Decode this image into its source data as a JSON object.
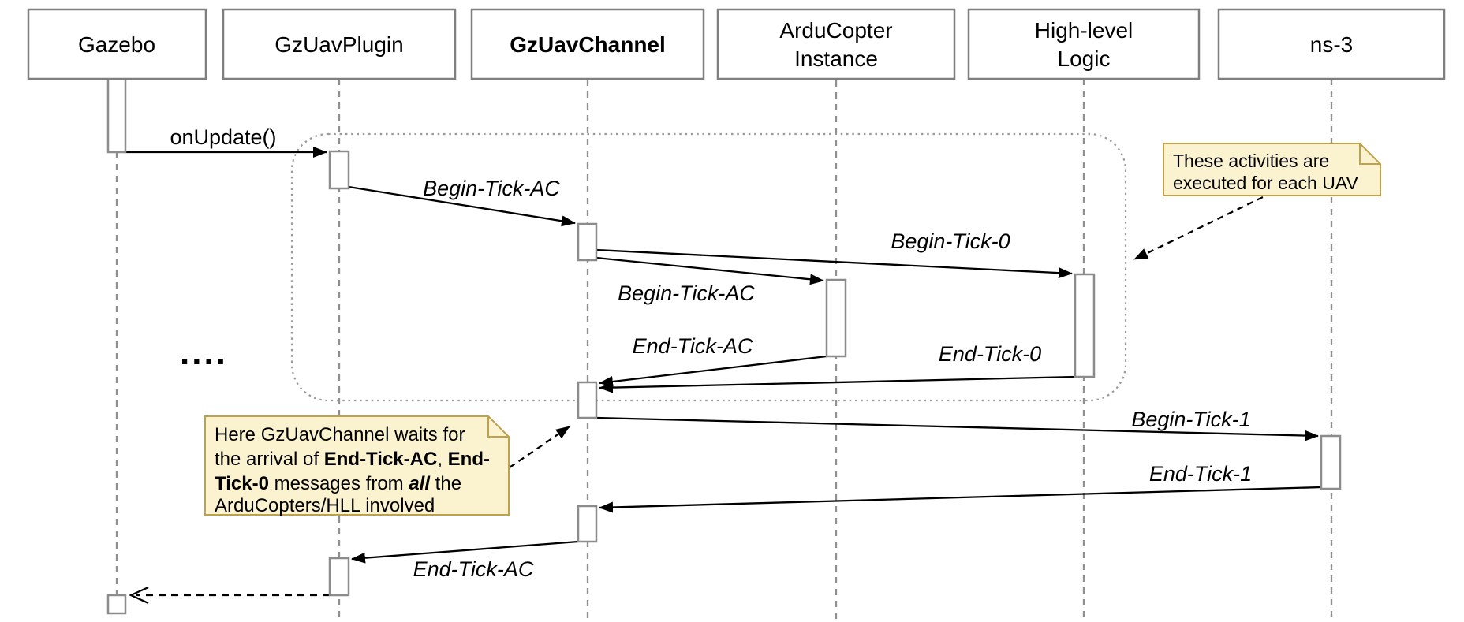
{
  "diagram_type": "uml-sequence-diagram",
  "participants": {
    "gazebo": "Gazebo",
    "gzuavplugin": "GzUavPlugin",
    "gzuavchannel": "GzUavChannel",
    "arducopter_line1": "ArduCopter",
    "arducopter_line2": "Instance",
    "highlevel_line1": "High-level",
    "highlevel_line2": "Logic",
    "ns3": "ns-3"
  },
  "messages": {
    "on_update": "onUpdate()",
    "begin_tick_ac_1": "Begin-Tick-AC",
    "begin_tick_0": "Begin-Tick-0",
    "begin_tick_ac_2": "Begin-Tick-AC",
    "end_tick_ac_mid": "End-Tick-AC",
    "end_tick_0": "End-Tick-0",
    "begin_tick_1": "Begin-Tick-1",
    "end_tick_1": "End-Tick-1",
    "end_tick_ac_bottom": "End-Tick-AC"
  },
  "notes": {
    "each_uav": {
      "line1": "These activities are",
      "line2": "executed for each UAV"
    },
    "wait": {
      "line1": "Here GzUavChannel waits for",
      "line2_normal1": "the arrival of ",
      "line2_bold1": "End-Tick-AC",
      "line2_normal2": ", ",
      "line2_bold2": "End-",
      "line3_bold1": "Tick-0",
      "line3_normal1": " messages from ",
      "line3_bolditalic": "all",
      "line3_normal2": " the",
      "line4": "ArduCopters/HLL involved"
    }
  },
  "ellipsis": "....",
  "colors": {
    "note_fill": "#FBF2CF",
    "note_border": "#BFA14B",
    "box_border": "#7F7F7F",
    "lifeline": "#909090",
    "arrow": "#000000"
  }
}
